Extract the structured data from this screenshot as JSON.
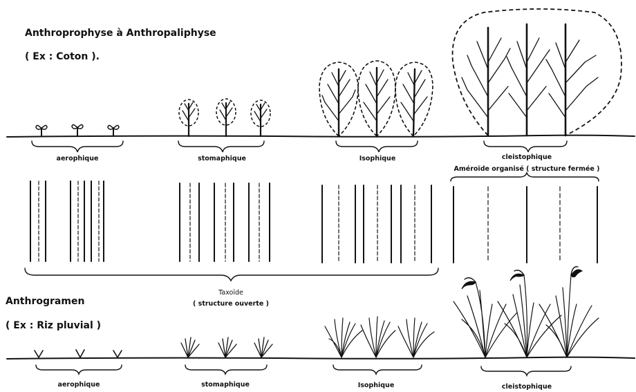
{
  "cotton": {
    "title": "Anthroprophyse  à  Anthropaliphyse",
    "example": "( Ex : Coton ).",
    "stages": [
      {
        "label": "aerophique"
      },
      {
        "label": "stomaphique"
      },
      {
        "label": "Isophique"
      },
      {
        "label": "cleistophique"
      }
    ],
    "closed_structure": "Améroïde organisé ( structure fermée )"
  },
  "middle": {
    "open_label": "Taxoïde",
    "open_sub": "( structure ouverte )"
  },
  "rice": {
    "title": "Anthrogramen",
    "example": "( Ex :  Riz  pluvial )",
    "stages": [
      {
        "label": "aerophique"
      },
      {
        "label": "stomaphique"
      },
      {
        "label": "Isophique"
      },
      {
        "label": "cleistophique"
      }
    ]
  }
}
